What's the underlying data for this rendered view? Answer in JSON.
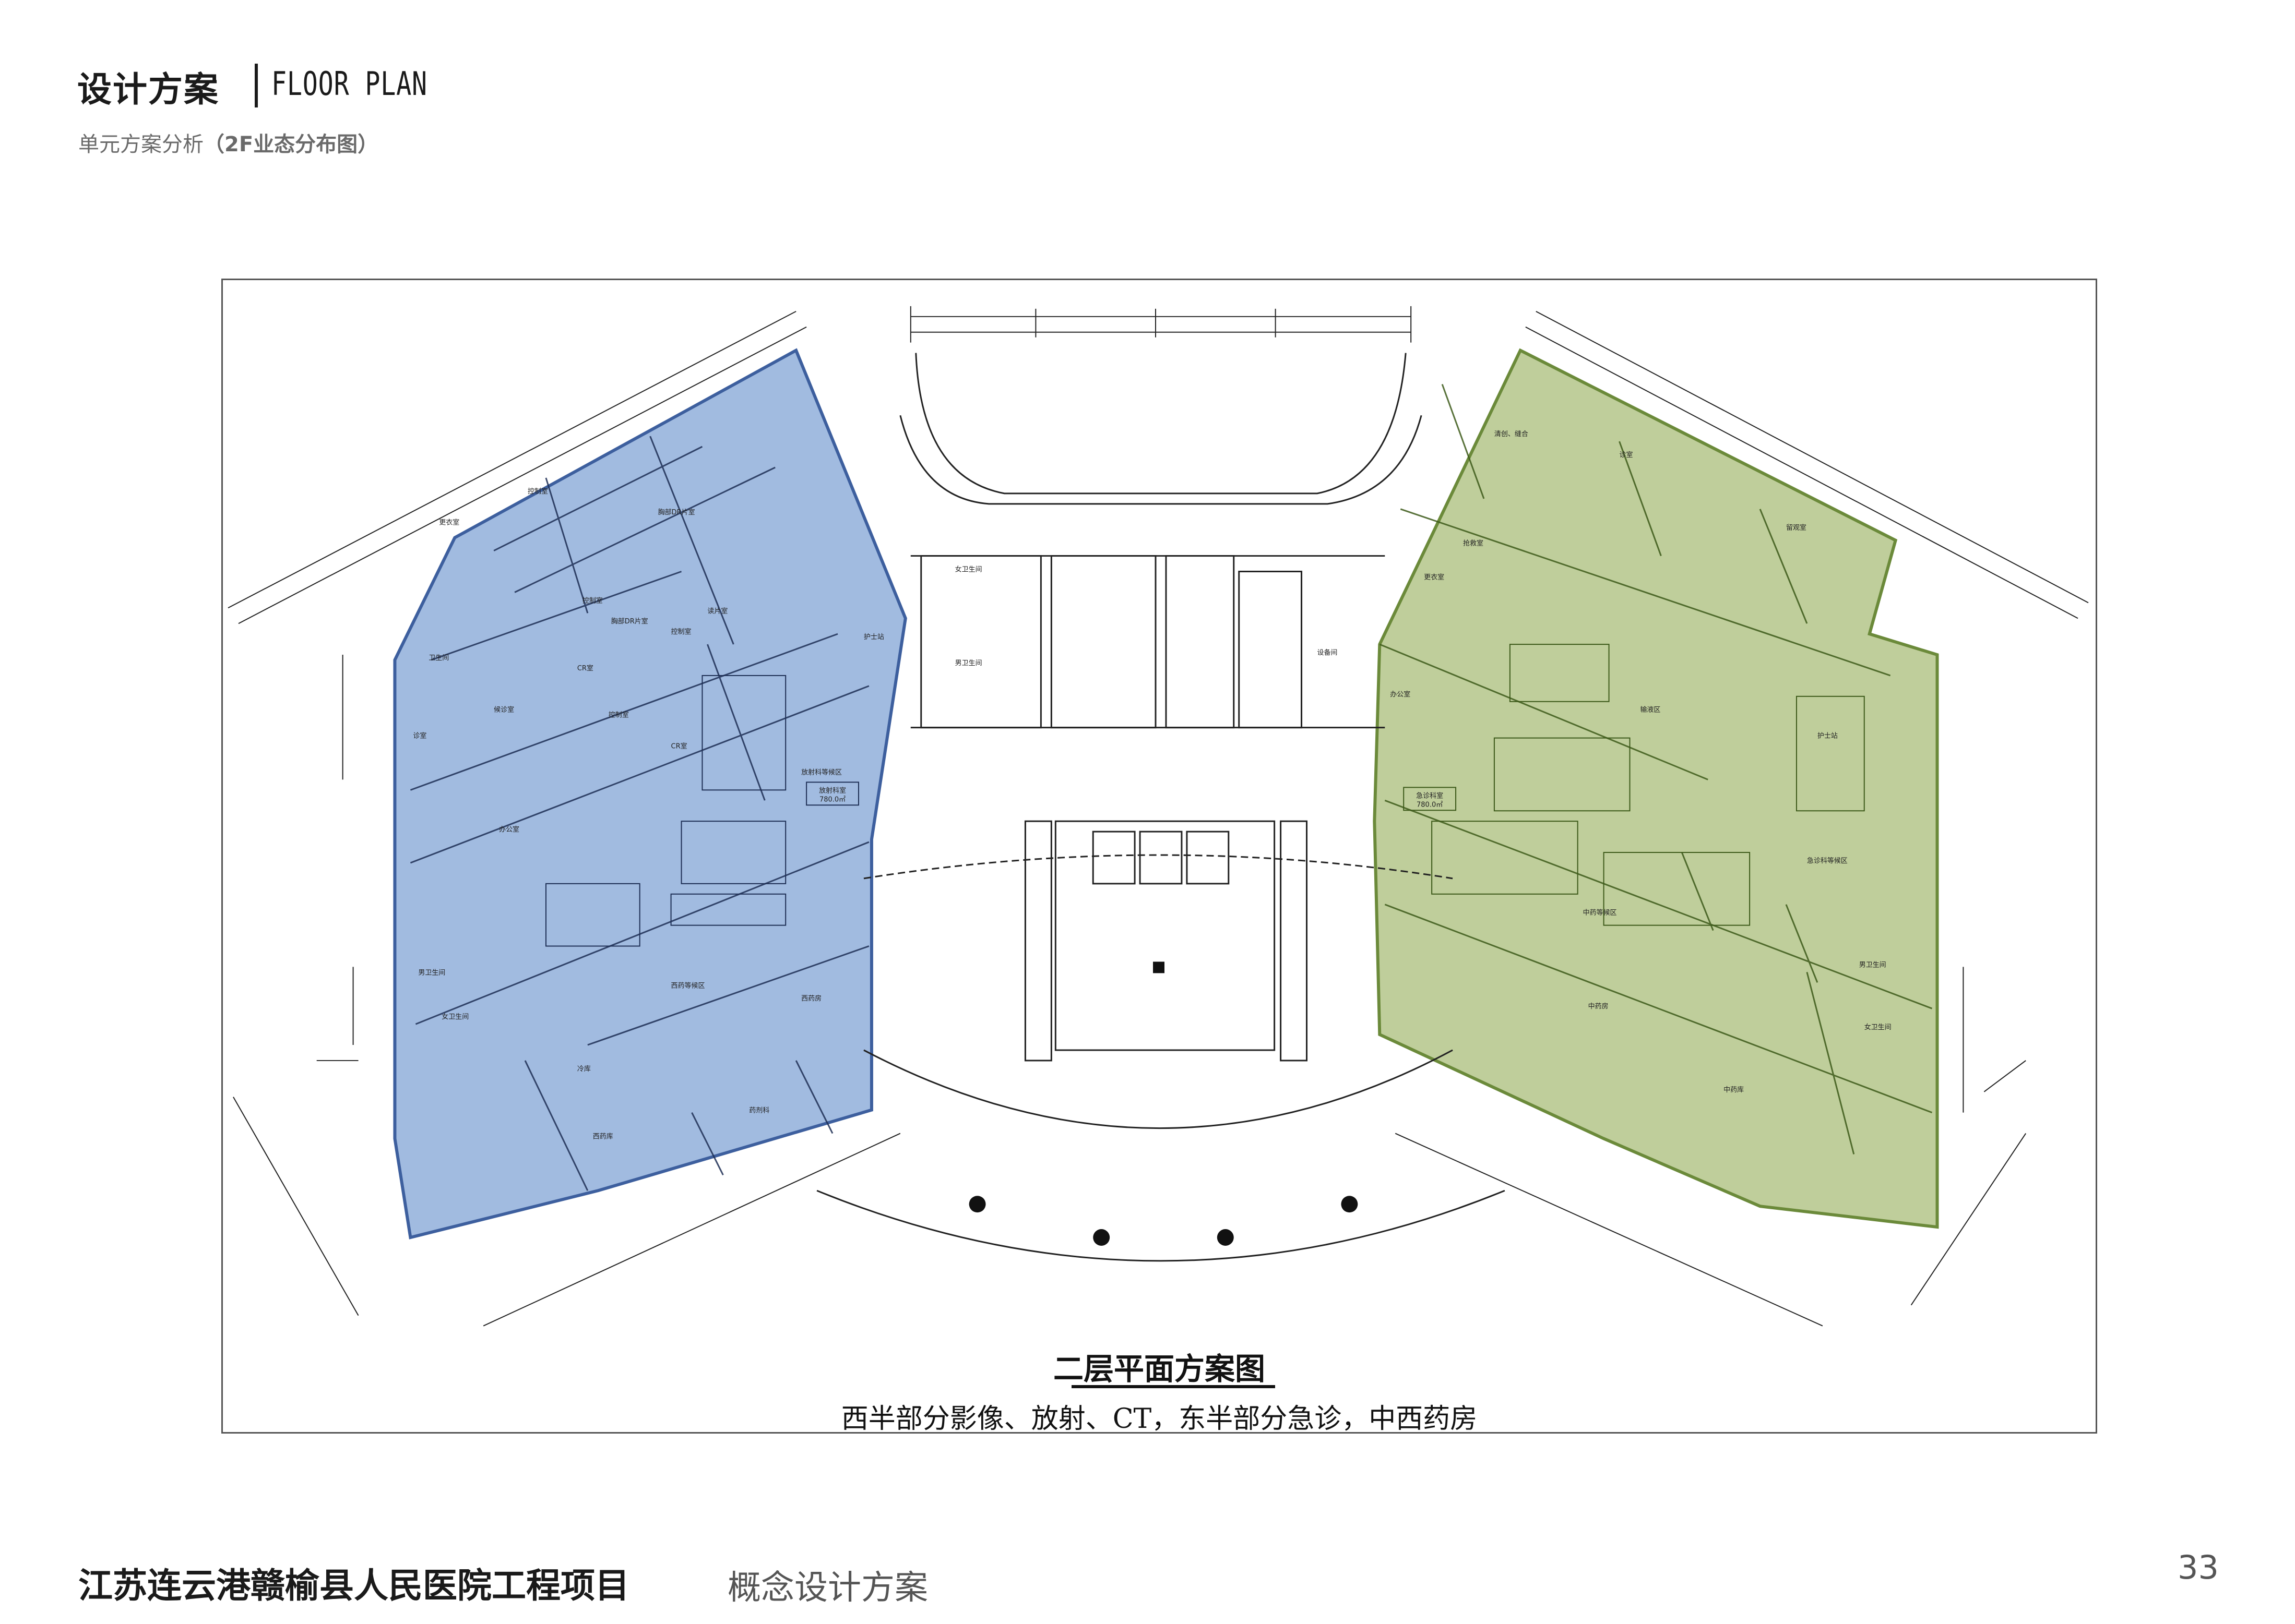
{
  "header": {
    "title": "设计方案",
    "title_en": "FLOOR PLAN",
    "subtitle_prefix": "单元方案分析",
    "subtitle_bold": "（2F业态分布图）"
  },
  "plan": {
    "caption": "二层平面方案图",
    "description": "西半部分影像、放射、CT，东半部分急诊，中西药房",
    "west_zone": {
      "color": "#6f97cf",
      "label": "放射科室",
      "area": "780.0㎡",
      "rooms": [
        "更衣室",
        "控制室",
        "胸部DR片室",
        "控制室",
        "胸部DR片室",
        "控制室",
        "读片室",
        "CR室",
        "控制室",
        "CR室",
        "候诊室",
        "卫生间",
        "诊室",
        "办公室",
        "放射科等候区",
        "护士站",
        "男卫生间",
        "女卫生间",
        "西药等候区",
        "西药房",
        "冷库",
        "西药库",
        "药剂科"
      ]
    },
    "east_zone": {
      "color": "#a9bd79",
      "label": "急诊科室",
      "area": "780.0㎡",
      "rooms": [
        "清创、缝合",
        "诊室",
        "留观室",
        "抢救室",
        "输液区",
        "护士站",
        "急诊科等候区",
        "中药等候区",
        "中药房",
        "中药库",
        "女卫生间",
        "男卫生间",
        "办公室",
        "更衣室"
      ]
    },
    "core_rooms": [
      "女卫生间",
      "男卫生间",
      "设备间"
    ]
  },
  "footer": {
    "project": "江苏连云港赣榆县人民医院工程项目",
    "subtitle": "概念设计方案",
    "page_number": "33"
  },
  "colors": {
    "west_fill": "#6f97cf",
    "west_stroke": "#3d5f9e",
    "east_fill": "#a9bd79",
    "east_stroke": "#6b8a3a"
  }
}
